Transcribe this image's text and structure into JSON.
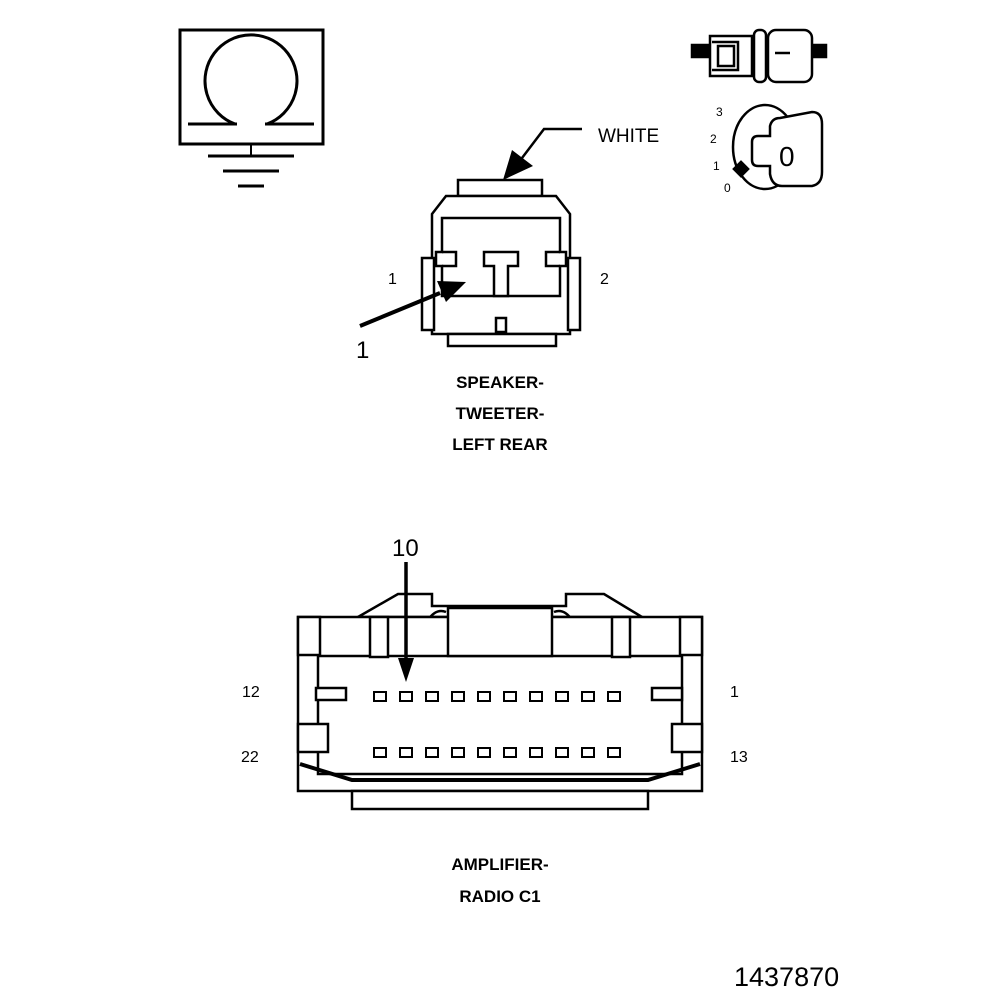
{
  "speaker_connector": {
    "wire_color_label": "WHITE",
    "pin_left_label": "1",
    "pin_right_label": "2",
    "callout_label": "1",
    "name_lines": [
      "SPEAKER-",
      "TWEETER-",
      "LEFT REAR"
    ]
  },
  "ignition_key": {
    "positions": [
      "3",
      "2",
      "1",
      "0"
    ],
    "key_position_label": "0"
  },
  "amplifier_connector": {
    "callout_label": "10",
    "pin_labels": {
      "top_left": "12",
      "top_right": "1",
      "bottom_left": "22",
      "bottom_right": "13"
    },
    "name_lines": [
      "AMPLIFIER-",
      "RADIO C1"
    ]
  },
  "figure_number": "1437870",
  "icons": [
    "ohmmeter-ground-icon",
    "test-probe-icon",
    "ignition-key-icon"
  ]
}
